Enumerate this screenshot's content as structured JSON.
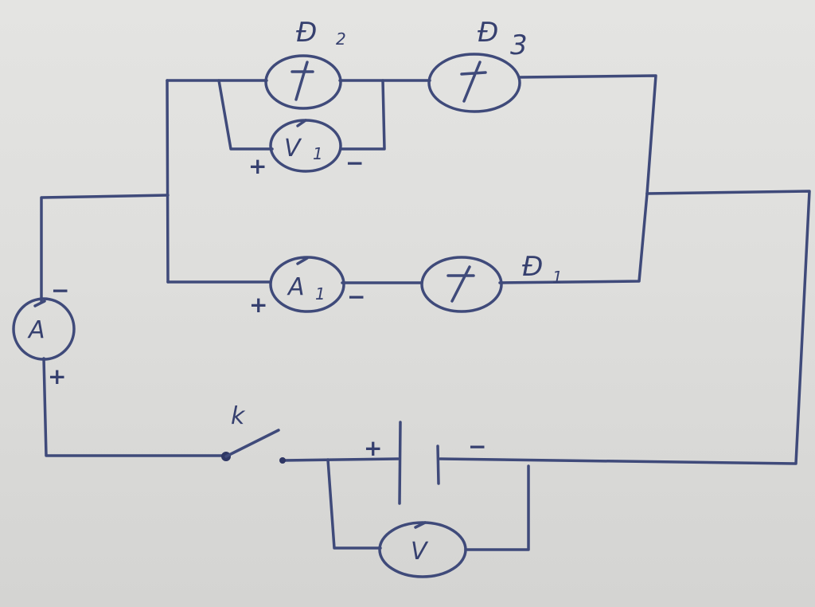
{
  "labels": {
    "lamp_d1": "Đ",
    "lamp_d1_sub": "1",
    "lamp_d2": "Đ",
    "lamp_d2_sub": "2",
    "lamp_d3": "Đ",
    "lamp_d3_sub": "3",
    "switch": "k",
    "voltmeter_v": "V",
    "voltmeter_v1": "V",
    "voltmeter_v1_sub": "1",
    "ammeter_a": "A",
    "ammeter_a1": "A",
    "ammeter_a1_sub": "1"
  },
  "signs": {
    "plus": "+",
    "minus": "−"
  },
  "colors": {
    "ink": "#3f4a7a",
    "paper": "#dededc"
  }
}
